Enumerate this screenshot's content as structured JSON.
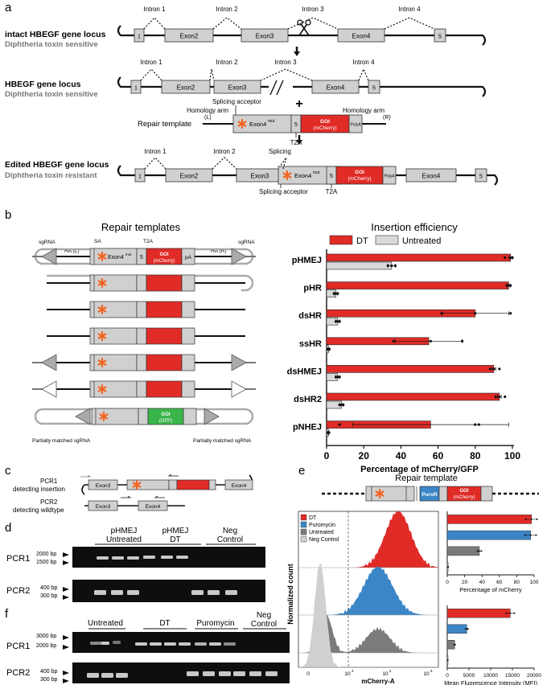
{
  "panels": {
    "a": "a",
    "b": "b",
    "c": "c",
    "d": "d",
    "e": "e",
    "f": "f"
  },
  "a": {
    "rows": [
      {
        "title": "intact HBEGF gene locus",
        "subtitle": "Diphtheria toxin sensitive"
      },
      {
        "title": "HBEGF gene locus",
        "subtitle": "Diphtheria toxin sensitive"
      },
      {
        "title": "Edited HBEGF gene locus",
        "subtitle": "Diphtheria toxin resistant"
      }
    ],
    "introns": [
      "Intron 1",
      "Intron 2",
      "Intron 3",
      "Intron 4"
    ],
    "exons": {
      "e1": "1",
      "e2": "Exon2",
      "e3": "Exon3",
      "e4": "Exon4",
      "e5": "5"
    },
    "exon4mut": "Exon4",
    "exon4mut_sup": "mut",
    "goi": "GOI",
    "goi_sub": "(mCherry)",
    "polya": "PolyA",
    "repair_label": "Repair template",
    "plus": "+",
    "homology_l": "Homology arm",
    "homology_l_sub": "(L)",
    "homology_r": "Homology arm",
    "homology_r_sub": "(R)",
    "splicing_acceptor": "Splicing acceptor",
    "splicing": "Splicing",
    "t2a": "T2A",
    "double_slash": "//"
  },
  "b": {
    "left_title": "Repair templates",
    "right_title": "Insertion efficiency",
    "labels": {
      "sgrna": "sgRNA",
      "ha_l": "HA (L)",
      "ha_r": "HA (R)",
      "sa": "SA",
      "t2a": "T2A",
      "goi": "GOI",
      "goi_sub": "(mCherry)",
      "goi_gfp": "GOI",
      "goi_gfp_sub": "(GFP)",
      "pa": "pA",
      "exon4mut": "Exon4",
      "sup": "mut",
      "five": "5",
      "partial_l": "Partially matched sgRNA",
      "partial_r": "Partially matched sgRNA"
    },
    "legend": [
      {
        "name": "DT",
        "color": "#e02b27"
      },
      {
        "name": "Untreated",
        "color": "#d9d9d9"
      }
    ]
  },
  "chart_data": {
    "type": "bar",
    "orientation": "horizontal",
    "categories": [
      "pHMEJ",
      "pHR",
      "dsHR",
      "ssHR",
      "dsHMEJ",
      "dsHR2",
      "pNHEJ"
    ],
    "series": [
      {
        "name": "DT",
        "values": [
          99,
          98,
          80,
          55,
          90,
          93,
          56
        ],
        "errors": [
          1,
          1,
          18,
          18,
          1,
          1,
          42
        ],
        "color": "#e02b27"
      },
      {
        "name": "Untreated",
        "values": [
          35,
          5,
          6,
          1,
          6,
          8,
          1
        ],
        "errors": [
          2,
          1,
          1,
          0.5,
          1,
          1,
          0.3
        ],
        "color": "#d9d9d9"
      }
    ],
    "xlim": [
      0,
      100
    ],
    "xticks": [
      "0",
      "20",
      "40",
      "60",
      "80",
      "100"
    ],
    "xlabel": "Percentage of mCherry/GFP"
  },
  "c": {
    "pcr1": "PCR1",
    "pcr1_sub": "detecting insertion",
    "pcr2": "PCR2",
    "pcr2_sub": "detecting wildtype",
    "exon3": "Exon3",
    "exon4": "Exon4"
  },
  "d": {
    "groups": [
      {
        "top": "pHMEJ",
        "bottom": "Untreated"
      },
      {
        "top": "pHMEJ",
        "bottom": "DT"
      },
      {
        "top": "Neg",
        "bottom": "Control"
      }
    ],
    "rows": [
      "PCR1",
      "PCR2"
    ],
    "ladder1": [
      "2000 bp",
      "1500 bp"
    ],
    "ladder2": [
      "400 bp",
      "300 bp"
    ]
  },
  "e": {
    "title": "Repair template",
    "puror": "PuroR",
    "goi": "GOI",
    "goi_sub": "(mCherry)",
    "legend": [
      {
        "name": "DT",
        "color": "#e02b27"
      },
      {
        "name": "Puromycin",
        "color": "#3b86c6"
      },
      {
        "name": "Untreated",
        "color": "#7b7b7b"
      },
      {
        "name": "Neg Control",
        "color": "#d0d0d0"
      }
    ],
    "ylabel": "Normalized count",
    "xlabel": "mCherry-A",
    "xticks": [
      "0",
      "10",
      "10",
      "10"
    ],
    "xtick_exp": [
      "",
      "3",
      "4",
      "5"
    ],
    "pct": {
      "values": [
        97,
        96,
        37,
        1
      ],
      "xticks": [
        "0",
        "20",
        "40",
        "60",
        "80",
        "100"
      ],
      "xlabel": "Percentage of mCherry"
    },
    "mfi": {
      "values": [
        14500,
        4500,
        1700,
        100
      ],
      "xticks": [
        "0",
        "5000",
        "10000",
        "15000",
        "20000"
      ],
      "xlabel": "Mean Fluorescence Intensity (MFI)"
    }
  },
  "f": {
    "groups": [
      "Untreated",
      "DT",
      "Puromycin",
      "Neg"
    ],
    "neg_sub": "Control",
    "rows": [
      "PCR1",
      "PCR2"
    ],
    "ladder1": [
      "3000 bp",
      "2000 bp"
    ],
    "ladder2": [
      "400 bp",
      "300 bp"
    ]
  }
}
